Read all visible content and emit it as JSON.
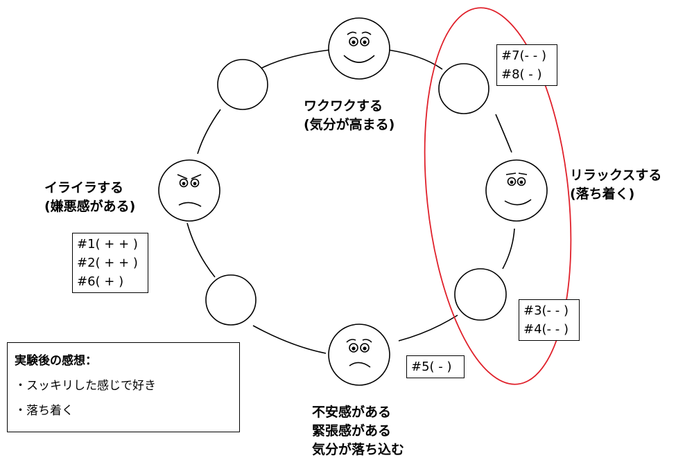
{
  "moods": {
    "excited": {
      "line1": "ワクワクする",
      "line2": "(気分が高まる)"
    },
    "relaxed": {
      "line1": "リラックスする",
      "line2": "(落ち着く)"
    },
    "irritated": {
      "line1": "イライラする",
      "line2": "(嫌悪感がある)"
    },
    "anxious": {
      "line1": "不安感がある",
      "line2": "緊張感がある",
      "line3": "気分が落ち込む"
    }
  },
  "score_boxes": {
    "upper_right": [
      "#7(- - )",
      "#8( - )"
    ],
    "lower_right": [
      "#3(- - )",
      "#4(- - )"
    ],
    "left": [
      "#1( + + )",
      "#2( + + )",
      "#6( + )"
    ],
    "bottom": [
      "#5( - )"
    ]
  },
  "notes": {
    "title": "実験後の感想：",
    "items": [
      "・スッキリした感じで好き",
      "・落ち着く"
    ]
  },
  "colors": {
    "highlight_ellipse": "#e0202a",
    "stroke": "#000000"
  }
}
